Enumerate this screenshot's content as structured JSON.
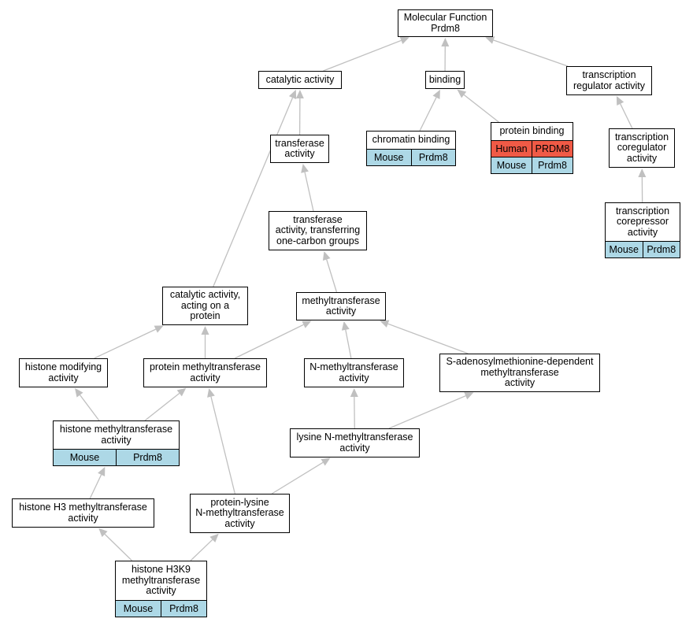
{
  "nodes": {
    "mf": "Molecular Function\nPrdm8",
    "catalytic": "catalytic activity",
    "binding": "binding",
    "tra": "transcription\nregulator activity",
    "transferase": "transferase\nactivity",
    "chromatin": {
      "label": "chromatin binding",
      "rows": [
        [
          "Mouse",
          "Prdm8"
        ]
      ]
    },
    "protein_binding": {
      "label": "protein binding",
      "rows": [
        [
          "Human",
          "PRDM8"
        ],
        [
          "Mouse",
          "Prdm8"
        ]
      ]
    },
    "tca": "transcription\ncoregulator\nactivity",
    "tfc": "transferase\nactivity, transferring\none-carbon groups",
    "tcrep": {
      "label": "transcription\ncorepressor\nactivity",
      "rows": [
        [
          "Mouse",
          "Prdm8"
        ]
      ]
    },
    "cap": "catalytic activity,\nacting on a\nprotein",
    "mt": "methyltransferase\nactivity",
    "hma": "histone modifying\nactivity",
    "pmt": "protein methyltransferase\nactivity",
    "nmt": "N-methyltransferase\nactivity",
    "sam": "S-adenosylmethionine-dependent\nmethyltransferase\nactivity",
    "hmt": {
      "label": "histone methyltransferase\nactivity",
      "rows": [
        [
          "Mouse",
          "Prdm8"
        ]
      ]
    },
    "lnmt": "lysine N-methyltransferase\nactivity",
    "h3mt": "histone H3 methyltransferase\nactivity",
    "plnmt": "protein-lysine\nN-methyltransferase\nactivity",
    "h3k9": {
      "label": "histone H3K9\nmethyltransferase\nactivity",
      "rows": [
        [
          "Mouse",
          "Prdm8"
        ]
      ]
    }
  },
  "edges": [
    [
      "catalytic",
      "mf"
    ],
    [
      "binding",
      "mf"
    ],
    [
      "tra",
      "mf"
    ],
    [
      "transferase",
      "catalytic"
    ],
    [
      "chromatin",
      "binding"
    ],
    [
      "protein_binding",
      "binding"
    ],
    [
      "tca",
      "tra"
    ],
    [
      "tfc",
      "transferase"
    ],
    [
      "tcrep",
      "tca"
    ],
    [
      "cap",
      "catalytic"
    ],
    [
      "mt",
      "tfc"
    ],
    [
      "hma",
      "cap"
    ],
    [
      "pmt",
      "cap"
    ],
    [
      "pmt",
      "mt"
    ],
    [
      "nmt",
      "mt"
    ],
    [
      "sam",
      "mt"
    ],
    [
      "hmt",
      "hma"
    ],
    [
      "hmt",
      "pmt"
    ],
    [
      "lnmt",
      "nmt"
    ],
    [
      "lnmt",
      "sam"
    ],
    [
      "h3mt",
      "hmt"
    ],
    [
      "plnmt",
      "pmt"
    ],
    [
      "plnmt",
      "lnmt"
    ],
    [
      "h3k9",
      "h3mt"
    ],
    [
      "h3k9",
      "plnmt"
    ]
  ],
  "colors": {
    "mouse": "#add8e6",
    "human": "#f05a46",
    "edge": "#c0c0c0"
  }
}
